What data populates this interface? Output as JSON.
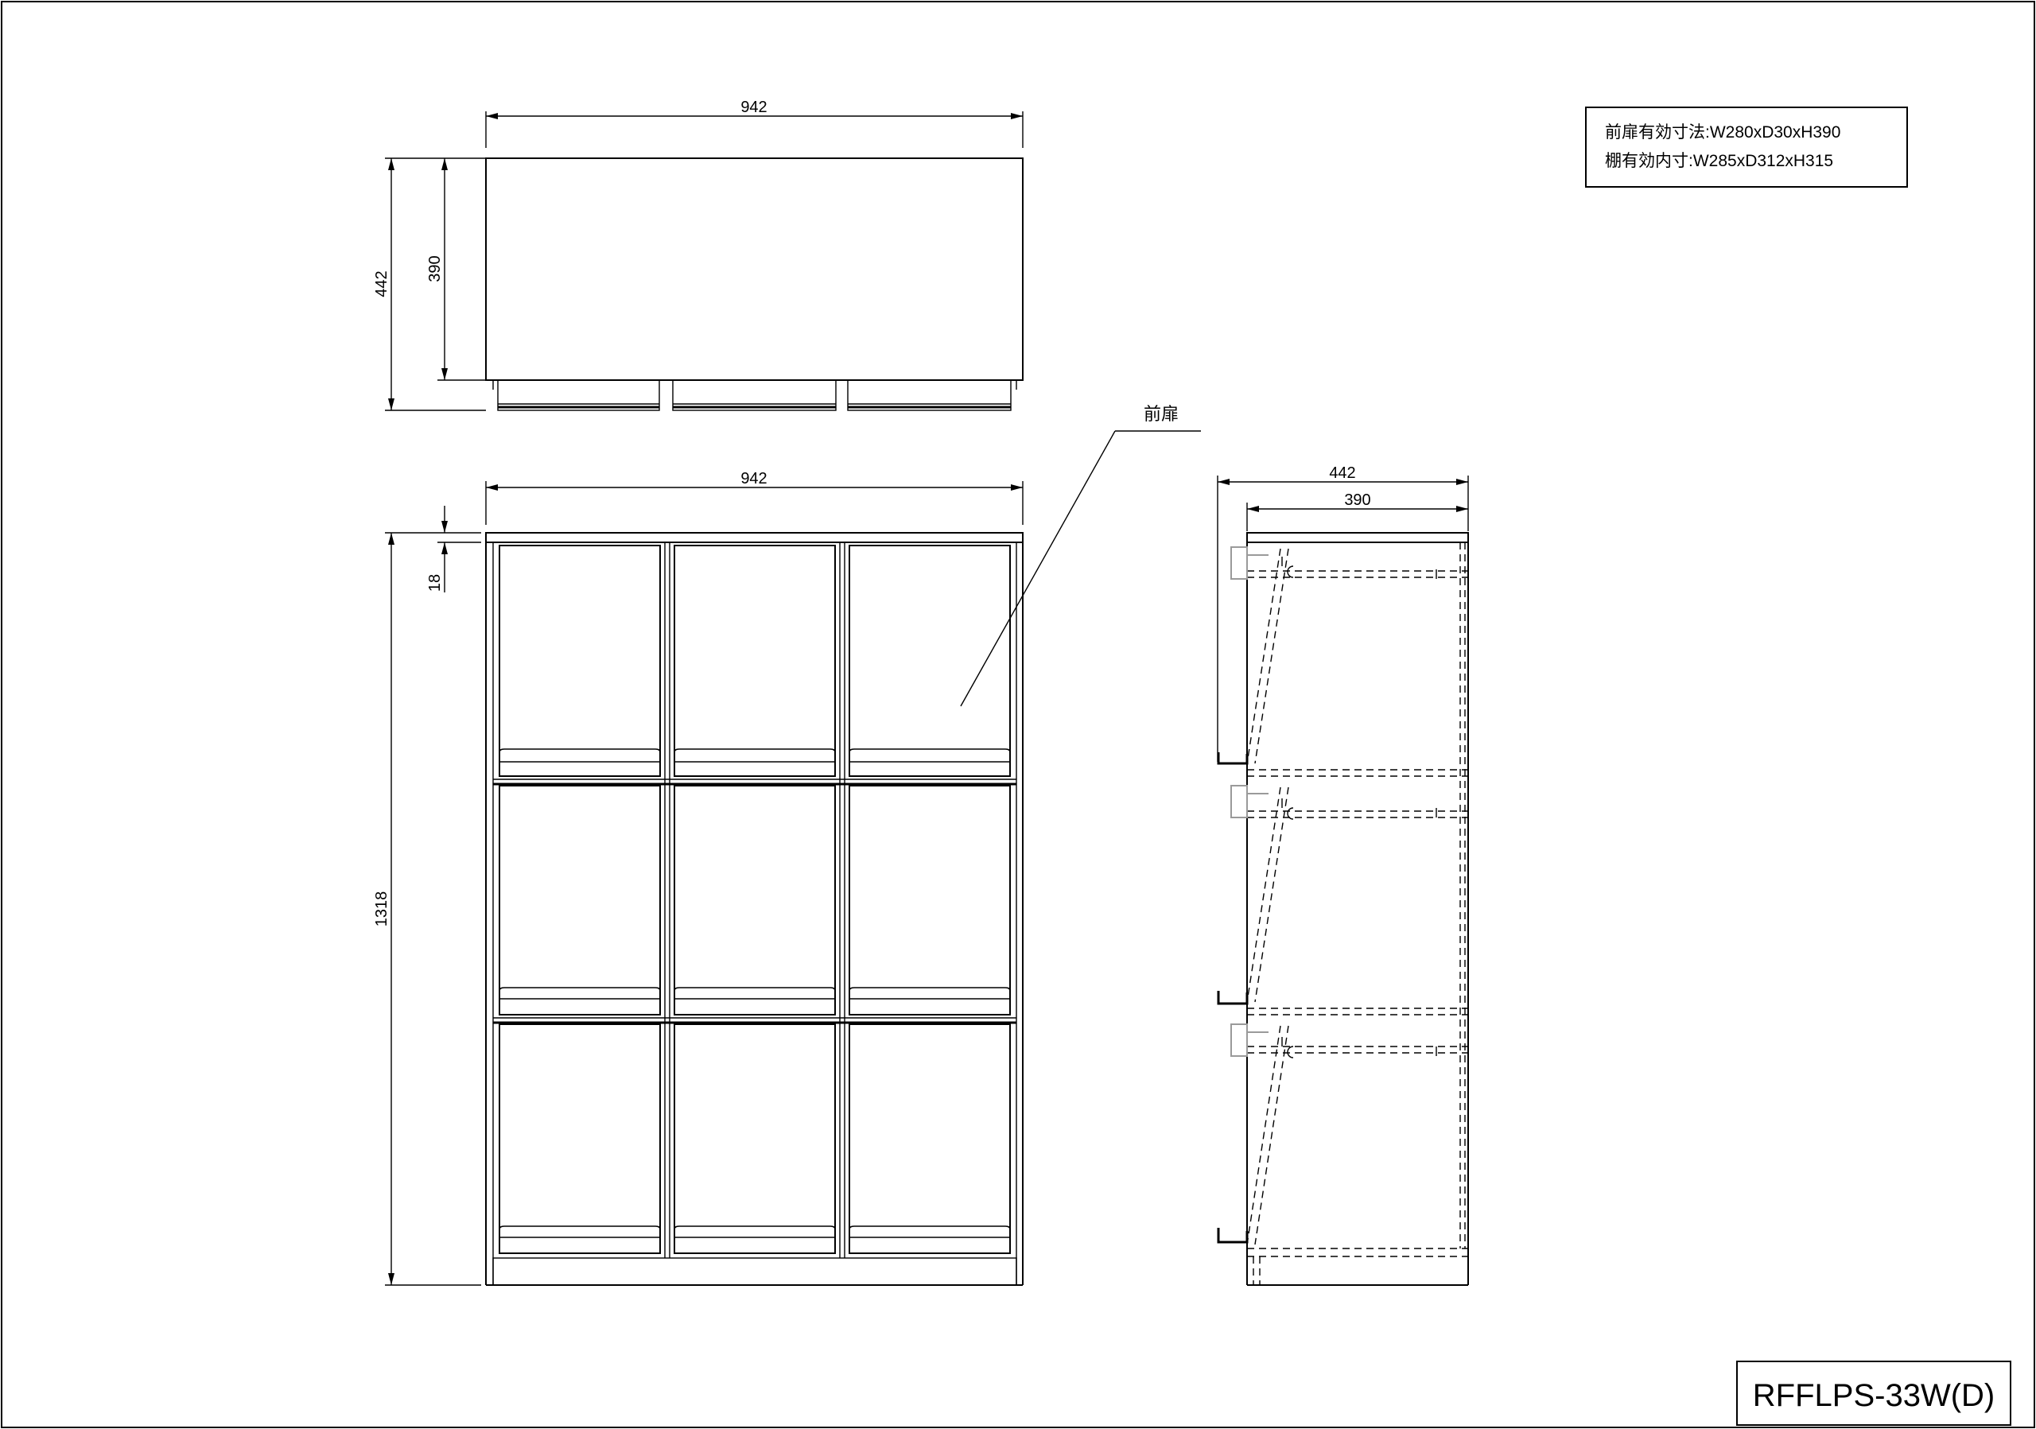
{
  "drawing": {
    "model_number": "RFFLPS-33W(D)",
    "specs": [
      "前扉有効寸法:W280xD30xH390",
      "棚有効内寸:W285xD312xH315"
    ],
    "callout_label": "前扉",
    "top_view": {
      "width": "942",
      "depth_total": "442",
      "depth_inner": "390"
    },
    "front_view": {
      "width": "942",
      "height": "1318",
      "top_board": "18"
    },
    "side_view": {
      "depth_total": "442",
      "depth_inner": "390"
    }
  }
}
